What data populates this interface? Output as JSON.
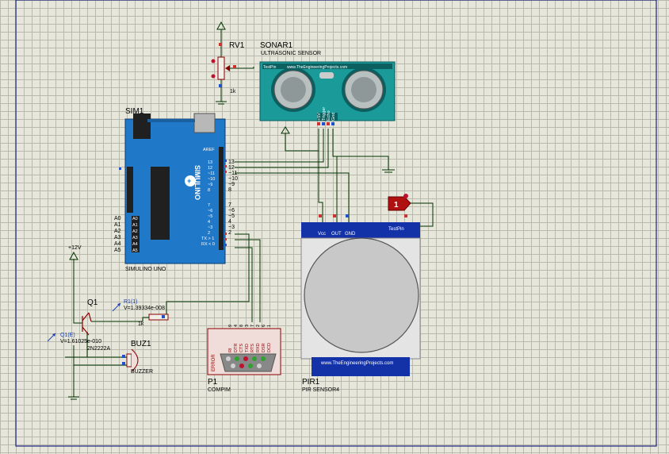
{
  "rv1": {
    "name": "RV1",
    "value": "1k"
  },
  "sonar": {
    "name": "SONAR1",
    "desc": "ULTRASONIC SENSOR",
    "brand": "TestPin",
    "website": "www.TheEngineeringProjects.com",
    "pins": [
      "+5V",
      "Trigger",
      "Echo",
      "Gnd"
    ]
  },
  "arduino": {
    "name": "SIM1",
    "model": "SIMULINO UNO",
    "logo": "SIMULINO",
    "aref": "AREF",
    "digital_pins": [
      "13",
      "12",
      "~11",
      "~10",
      "~9",
      "8",
      "7",
      "~6",
      "~5",
      "4",
      "~3",
      "2",
      "TX > 1",
      "RX < 0"
    ],
    "analog_pins": [
      "A0",
      "A1",
      "A2",
      "A3",
      "A4",
      "A5"
    ]
  },
  "pir": {
    "name": "PIR1",
    "desc": "PIR SENSOR4",
    "pins": [
      "Vcc",
      "OUT",
      "GND"
    ],
    "testpin": "TestPin",
    "website": "www.TheEngineeringProjects.com"
  },
  "logic_probe": {
    "value": "1"
  },
  "compim": {
    "name": "P1",
    "desc": "COMPIM",
    "error": "ERROR",
    "pins": [
      "RI",
      "DTR",
      "CTS",
      "TXD",
      "RTS",
      "RXD",
      "DSR",
      "DCD"
    ],
    "pin_numbers": [
      "9",
      "4",
      "8",
      "3",
      "7",
      "2",
      "6",
      "1"
    ]
  },
  "power": {
    "label": "+12V"
  },
  "transistor": {
    "name": "Q1",
    "part": "2N2222A",
    "probe": "Q1(E)",
    "probe_value": "V=1.61025e-010"
  },
  "resistor": {
    "value": "1k",
    "probe": "R1(1)",
    "probe_value": "V=1.39334e-008"
  },
  "buzzer": {
    "name": "BUZ1",
    "desc": "BUZZER"
  },
  "colors": {
    "grid_bg": "#e6e6da",
    "wire": "#003300",
    "arduino_blue": "#1f78c8",
    "sonar_teal": "#1b9a9a",
    "pir_blue": "#1432a8",
    "probe_red": "#c01030",
    "component": "#8b0000"
  }
}
